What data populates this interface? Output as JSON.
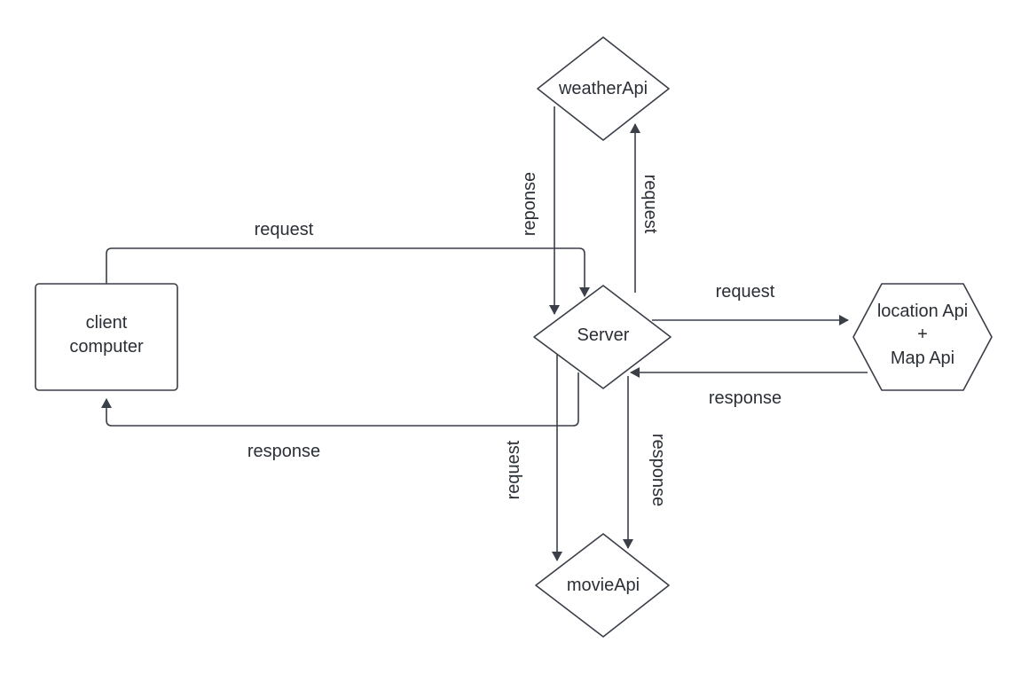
{
  "nodes": {
    "client": {
      "line1": "client",
      "line2": "computer"
    },
    "server": {
      "label": "Server"
    },
    "weather": {
      "label": "weatherApi"
    },
    "movie": {
      "label": "movieApi"
    },
    "location": {
      "line1": "location Api",
      "line2": "+",
      "line3": "Map Api"
    }
  },
  "edges": {
    "client_to_server": "request",
    "server_to_client": "response",
    "server_to_weather": "request",
    "weather_to_server": "reponse",
    "server_to_location": "request",
    "location_to_server": "response",
    "server_to_movie": "request",
    "movie_to_server": "response"
  },
  "colors": {
    "stroke": "#3a3f48",
    "text": "#2b2f36",
    "background": "#ffffff"
  }
}
